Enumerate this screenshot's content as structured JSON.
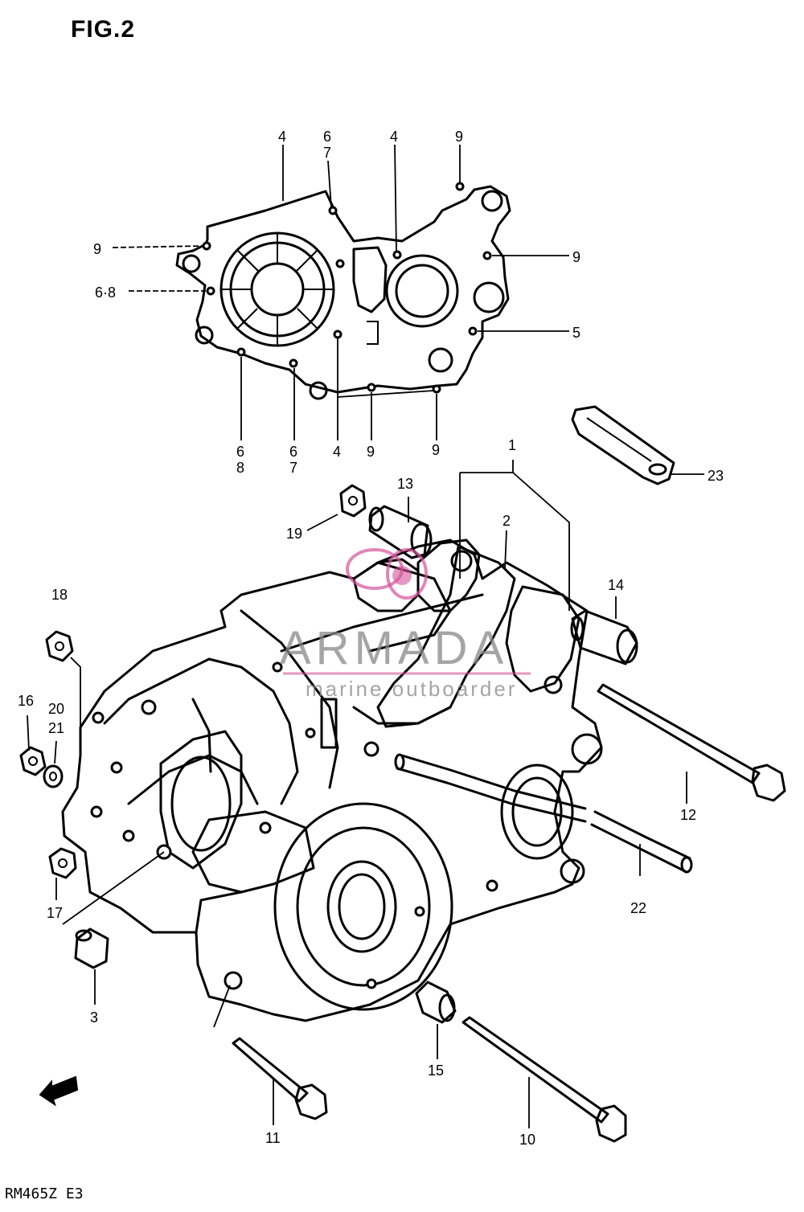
{
  "figure": {
    "title": "FIG.2",
    "model_code": "RM465Z  E3"
  },
  "watermark": {
    "brand": "ARMADA",
    "tagline": "marine outboarder",
    "color": "#d4539b"
  },
  "callouts": {
    "c4a": "4",
    "c67a": "6\n7",
    "c4b": "4",
    "c9a": "9",
    "c9b": "9",
    "c68a": "6·8",
    "c9c": "9",
    "c5": "5",
    "c68b": "6\n8",
    "c67b": "6\n7",
    "c4c": "4",
    "c9d": "9",
    "c9e": "9",
    "c1": "1",
    "c2": "2",
    "c23": "23",
    "c13": "13",
    "c19": "19",
    "c14": "14",
    "c18": "18",
    "c16": "16",
    "c20": "20",
    "c21": "21",
    "c12": "12",
    "c22": "22",
    "c17": "17",
    "c3": "3",
    "c15": "15",
    "c11": "11",
    "c10": "10"
  }
}
